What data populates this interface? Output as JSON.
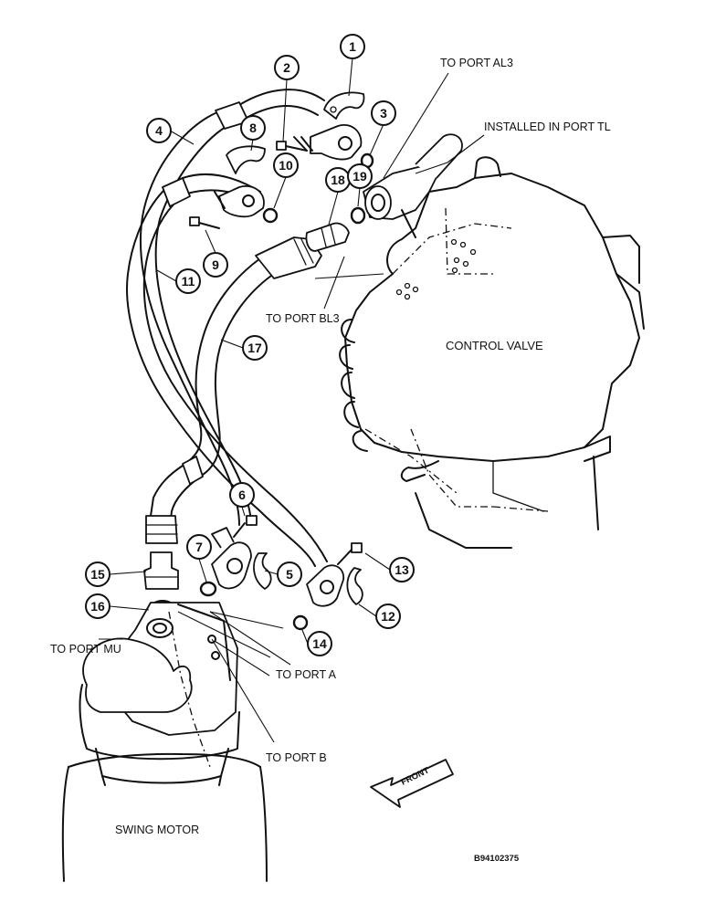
{
  "labels": {
    "to_port_al3": "TO PORT AL3",
    "installed_port_tl": "INSTALLED IN PORT TL",
    "to_port_bl3": "TO PORT BL3",
    "control_valve": "CONTROL VALVE",
    "to_port_mu": "TO PORT MU",
    "to_port_a": "TO PORT A",
    "to_port_b": "TO PORT B",
    "swing_motor": "SWING MOTOR",
    "front": "FRONT",
    "figure_code": "B94102375"
  },
  "callouts": [
    "1",
    "2",
    "3",
    "4",
    "5",
    "6",
    "7",
    "8",
    "9",
    "10",
    "11",
    "12",
    "13",
    "14",
    "15",
    "16",
    "17",
    "18",
    "19"
  ]
}
